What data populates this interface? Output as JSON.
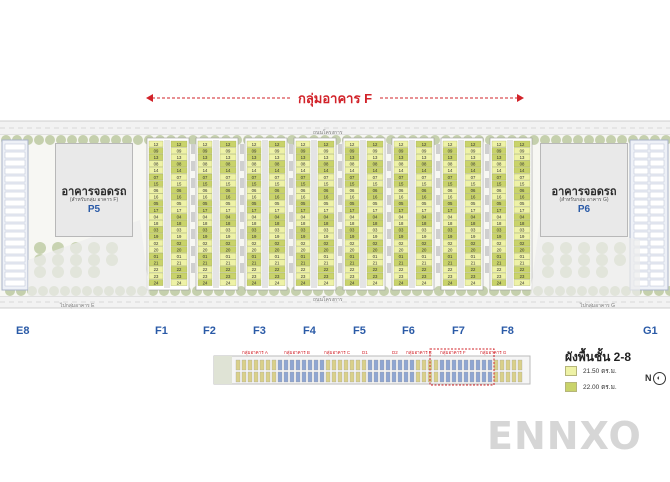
{
  "group_title": "กลุ่มอาคาร F",
  "road_top": "ถนนโครงการ",
  "road_bottom_left": "ไปกลุ่มอาคาร E",
  "road_bottom_right": "ไปกลุ่มอาคาร G",
  "parking": [
    {
      "title": "อาคารจอดรถ",
      "subtitle": "(สำหรับกลุ่ม อาคาร F)",
      "code": "P5"
    },
    {
      "title": "อาคารจอดรถ",
      "subtitle": "(สำหรับกลุ่ม อาคาร G)",
      "code": "P6"
    }
  ],
  "building_codes": [
    "E8",
    "F1",
    "F2",
    "F3",
    "F4",
    "F5",
    "F6",
    "F7",
    "F8",
    "G1"
  ],
  "unit_rows": [
    "12",
    "09",
    "13",
    "08",
    "14",
    "07",
    "15",
    "06",
    "16",
    "05",
    "17",
    "04",
    "18",
    "03",
    "19",
    "02",
    "20",
    "01",
    "21",
    "22",
    "23",
    "24"
  ],
  "keymap_labels": [
    "กลุ่มอาคาร A",
    "กลุ่มอาคาร B",
    "กลุ่มอาคาร C",
    "D1",
    "D2",
    "กลุ่มอาคาร E",
    "กลุ่มอาคาร F",
    "กลุ่มอาคาร G"
  ],
  "legend": {
    "title": "ผังพื้นชั้น 2-8",
    "items": [
      {
        "label": "21.50 ตร.ม.",
        "color": "#eef2a6"
      },
      {
        "label": "22.00 ตร.ม.",
        "color": "#c9d36a"
      }
    ],
    "compass": "N"
  },
  "watermark": "ENNXO",
  "colors": {
    "accent": "#d2232a",
    "code": "#2a5aa7",
    "unit_light": "#eef2a6",
    "unit_dark": "#c9d36a",
    "tree": "#bcc9a0",
    "blue_units": "#8fa6d2"
  }
}
